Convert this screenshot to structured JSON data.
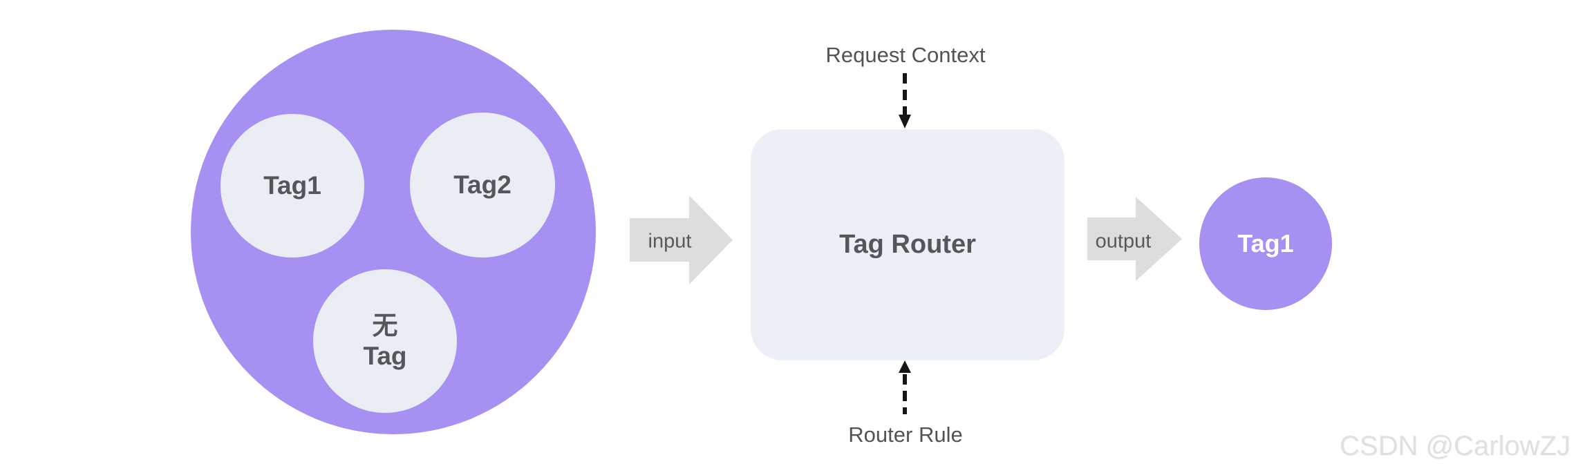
{
  "colors": {
    "purple": "#a690f2",
    "tag_circle_bg": "#ebedf5",
    "router_box_bg": "#edeff6",
    "arrow": "#dcddde",
    "label_dark": "#55565a",
    "annotation_text": "#515356",
    "dashed_line": "#161616",
    "result_text": "#ffffff",
    "watermark": "#e0e0e0"
  },
  "cluster": {
    "tags": [
      {
        "label": "Tag1"
      },
      {
        "label": "Tag2"
      },
      {
        "label": "无\nTag"
      }
    ]
  },
  "flow": {
    "input_label": "input",
    "output_label": "output",
    "router_label": "Tag Router",
    "top_annotation": "Request Context",
    "bottom_annotation": "Router Rule",
    "result_label": "Tag1"
  },
  "watermark": {
    "text": "CSDN @CarlowZJ"
  }
}
